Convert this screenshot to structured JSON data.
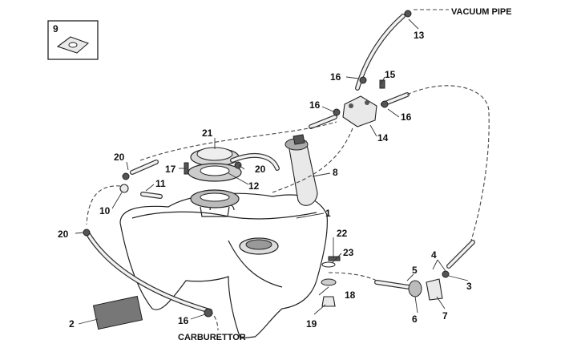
{
  "captions": {
    "vacuum_pipe": "VACUUM PIPE",
    "carburettor": "CARBURETTOR"
  },
  "callouts": {
    "c1": "1",
    "c2": "2",
    "c3": "3",
    "c4": "4",
    "c5": "5",
    "c6": "6",
    "c7": "7",
    "c8": "8",
    "c9": "9",
    "c10": "10",
    "c11": "11",
    "c12": "12",
    "c13": "13",
    "c14": "14",
    "c15": "15",
    "c16a": "16",
    "c16b": "16",
    "c16c": "16",
    "c16d": "16",
    "c17": "17",
    "c18": "18",
    "c19": "19",
    "c20a": "20",
    "c20b": "20",
    "c21": "21",
    "c22": "22",
    "c23": "23"
  }
}
